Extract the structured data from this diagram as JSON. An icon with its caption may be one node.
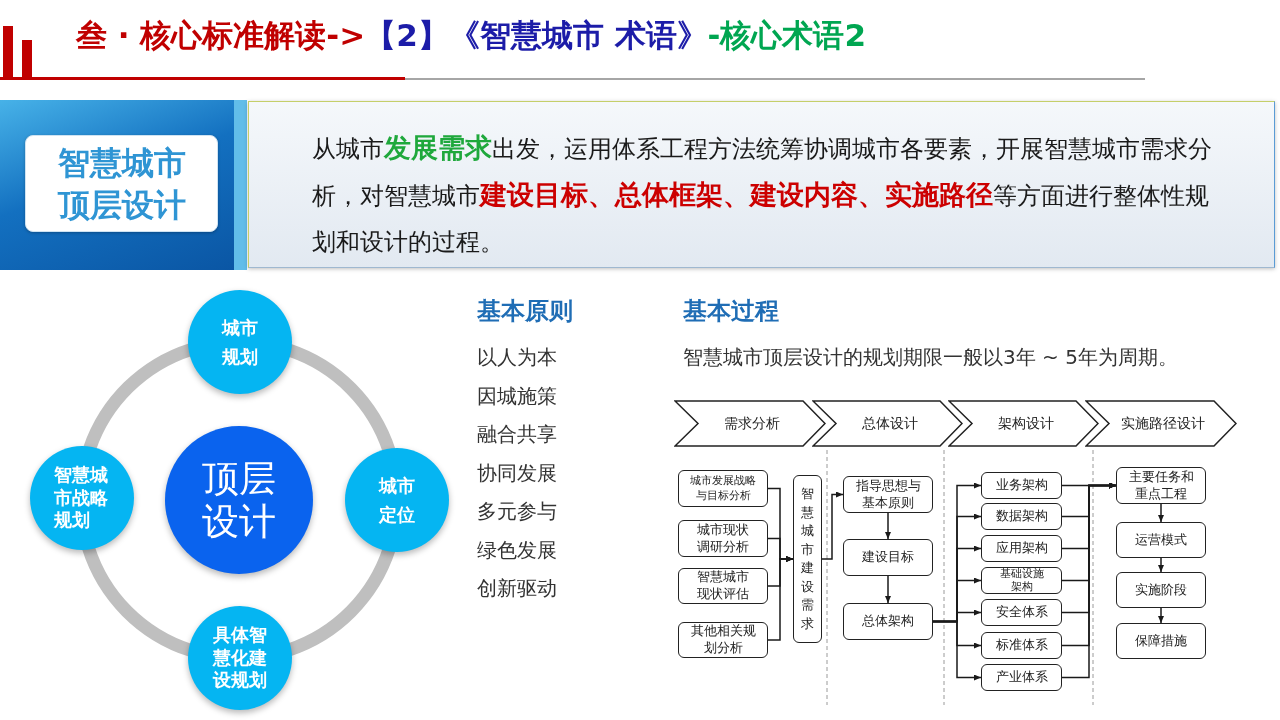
{
  "diagram": {
    "title": "叁 · 核心标准解读->**【2】《智慧城市 术语》****-核心术语2**",
    "nodes": [
      {
        "text": [
          "智慧城市顶层设计"
        ]
      },
      {
        "text": [
          "从城市**发展需求**出发，运用体系工程方法统筹协调城市各要素，开展智慧城市需求分析，对智慧城市**建设目标、总体框架、建设内容、实施路径**等方面进行整体性规划和设计的过程。"
        ]
      },
      {
        "text": [
          "城市规划"
        ]
      },
      {
        "text": [
          "智慧城市战略规划"
        ]
      },
      {
        "text": [
          "顶层设计"
        ]
      },
      {
        "text": [
          "城市定位"
        ]
      },
      {
        "text": [
          "具体智慧化建设规划"
        ]
      },
      {
        "text": [
          "需求分析"
        ]
      },
      {
        "text": [
          "总体设计"
        ]
      },
      {
        "text": [
          "架构设计"
        ]
      },
      {
        "text": [
          "实施路径设计"
        ]
      },
      {
        "text": [
          "城市发展战略与目标分析"
        ]
      },
      {
        "text": [
          "城市现状调研分析"
        ]
      },
      {
        "text": [
          "智慧城市现状评估"
        ]
      },
      {
        "text": [
          "其他相关规划分析"
        ]
      },
      {
        "text": [
          "智慧城市建设需求"
        ]
      },
      {
        "text": [
          "指导思想与基本原则"
        ]
      },
      {
        "text": [
          "建设目标"
        ]
      },
      {
        "text": [
          "总体架构"
        ]
      },
      {
        "text": [
          "业务架构"
        ]
      },
      {
        "text": [
          "数据架构"
        ]
      },
      {
        "text": [
          "应用架构"
        ]
      },
      {
        "text": [
          "基础设施架构"
        ]
      },
      {
        "text": [
          "安全体系"
        ]
      },
      {
        "text": [
          "标准体系"
        ]
      },
      {
        "text": [
          "产业体系"
        ]
      },
      {
        "text": [
          "主要任务和重点工程"
        ]
      },
      {
        "text": [
          "运营模式"
        ]
      },
      {
        "text": [
          "实施阶段"
        ]
      },
      {
        "text": [
          "保障措施"
        ]
      }
    ],
    "edges": [
      {
        "from": 2,
        "to": 5,
        "arrow": "none",
        "style": "thick",
        "color": "#bfbfbf"
      },
      {
        "from": 5,
        "to": 6,
        "arrow": "none",
        "style": "thick",
        "color": "#bfbfbf"
      },
      {
        "from": 6,
        "to": 3,
        "arrow": "none",
        "style": "thick",
        "color": "#bfbfbf"
      },
      {
        "from": 3,
        "to": 2,
        "arrow": "none",
        "style": "thick",
        "color": "#bfbfbf"
      },
      {
        "from": 11,
        "to": 15,
        "arrow": "to"
      },
      {
        "from": 12,
        "to": 15,
        "arrow": "to"
      },
      {
        "from": 13,
        "to": 15,
        "arrow": "to"
      },
      {
        "from": 14,
        "to": 15,
        "arrow": "to"
      },
      {
        "from": 15,
        "to": 16,
        "arrow": "to"
      },
      {
        "from": 16,
        "to": 17,
        "arrow": "to"
      },
      {
        "from": 17,
        "to": 18,
        "arrow": "to"
      },
      {
        "from": 18,
        "to": 19,
        "arrow": "to"
      },
      {
        "from": 18,
        "to": 20,
        "arrow": "to"
      },
      {
        "from": 18,
        "to": 21,
        "arrow": "to"
      },
      {
        "from": 18,
        "to": 22,
        "arrow": "to"
      },
      {
        "from": 18,
        "to": 23,
        "arrow": "to"
      },
      {
        "from": 18,
        "to": 24,
        "arrow": "to"
      },
      {
        "from": 18,
        "to": 25,
        "arrow": "to"
      },
      {
        "from": 19,
        "to": 26,
        "arrow": "to"
      },
      {
        "from": 20,
        "to": 26,
        "arrow": "to"
      },
      {
        "from": 21,
        "to": 26,
        "arrow": "to"
      },
      {
        "from": 22,
        "to": 26,
        "arrow": "to"
      },
      {
        "from": 23,
        "to": 26,
        "arrow": "to"
      },
      {
        "from": 24,
        "to": 26,
        "arrow": "to"
      },
      {
        "from": 25,
        "to": 26,
        "arrow": "to"
      },
      {
        "from": 26,
        "to": 27,
        "arrow": "to"
      },
      {
        "from": 27,
        "to": 28,
        "arrow": "to"
      },
      {
        "from": 28,
        "to": 29,
        "arrow": "to"
      }
    ],
    "labels": [
      "基本原则",
      "以人为本",
      "因城施策",
      "融合共享",
      "协同发展",
      "多元参与",
      "绿色发展",
      "创新驱动",
      "基本过程",
      "智慧城市顶层设计的规划期限一般以3年 ~ 5年为周期。"
    ]
  }
}
